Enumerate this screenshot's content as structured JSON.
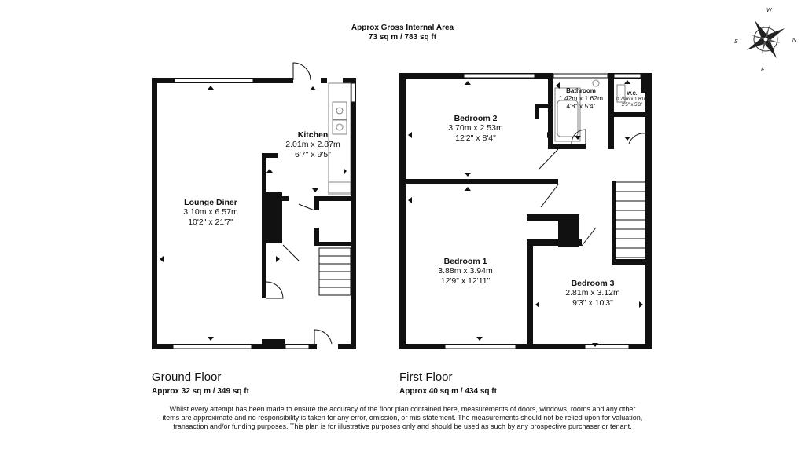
{
  "header": {
    "title": "Approx Gross Internal Area",
    "area": "73 sq m / 783 sq ft"
  },
  "compass": {
    "letters": [
      "N",
      "E",
      "S",
      "W"
    ]
  },
  "ground_floor": {
    "title": "Ground Floor",
    "area": "Approx 32 sq m / 349 sq ft",
    "rooms": [
      {
        "name": "Lounge Diner",
        "metric": "3.10m x 6.57m",
        "imperial": "10'2\" x 21'7\""
      },
      {
        "name": "Kitchen",
        "metric": "2.01m x 2.87m",
        "imperial": "6'7\" x 9'5\""
      }
    ]
  },
  "first_floor": {
    "title": "First Floor",
    "area": "Approx 40 sq m / 434 sq ft",
    "rooms": [
      {
        "name": "Bedroom 2",
        "metric": "3.70m x 2.53m",
        "imperial": "12'2\" x 8'4\""
      },
      {
        "name": "Bathroom",
        "metric": "1.42m x 1.62m",
        "imperial": "4'8\" x 5'4\""
      },
      {
        "name": "W.C.",
        "metric": "0.79m x 1.61m",
        "imperial": "2'5\" x 5'3\""
      },
      {
        "name": "Bedroom 1",
        "metric": "3.88m x 3.94m",
        "imperial": "12'9\" x 12'11\""
      },
      {
        "name": "Bedroom 3",
        "metric": "2.81m x 3.12m",
        "imperial": "9'3\" x 10'3\""
      }
    ]
  },
  "disclaimer": "Whilst every attempt has been made to ensure the accuracy of the floor plan contained here, measurements of doors, windows, rooms and any other items are approximate and no responsibility is taken for any error, omission, or mis-statement. The measurements should not be relied upon for valuation, transaction and/or funding purposes. This plan is for illustrative purposes only and should be used as such by any prospective purchaser or tenant."
}
